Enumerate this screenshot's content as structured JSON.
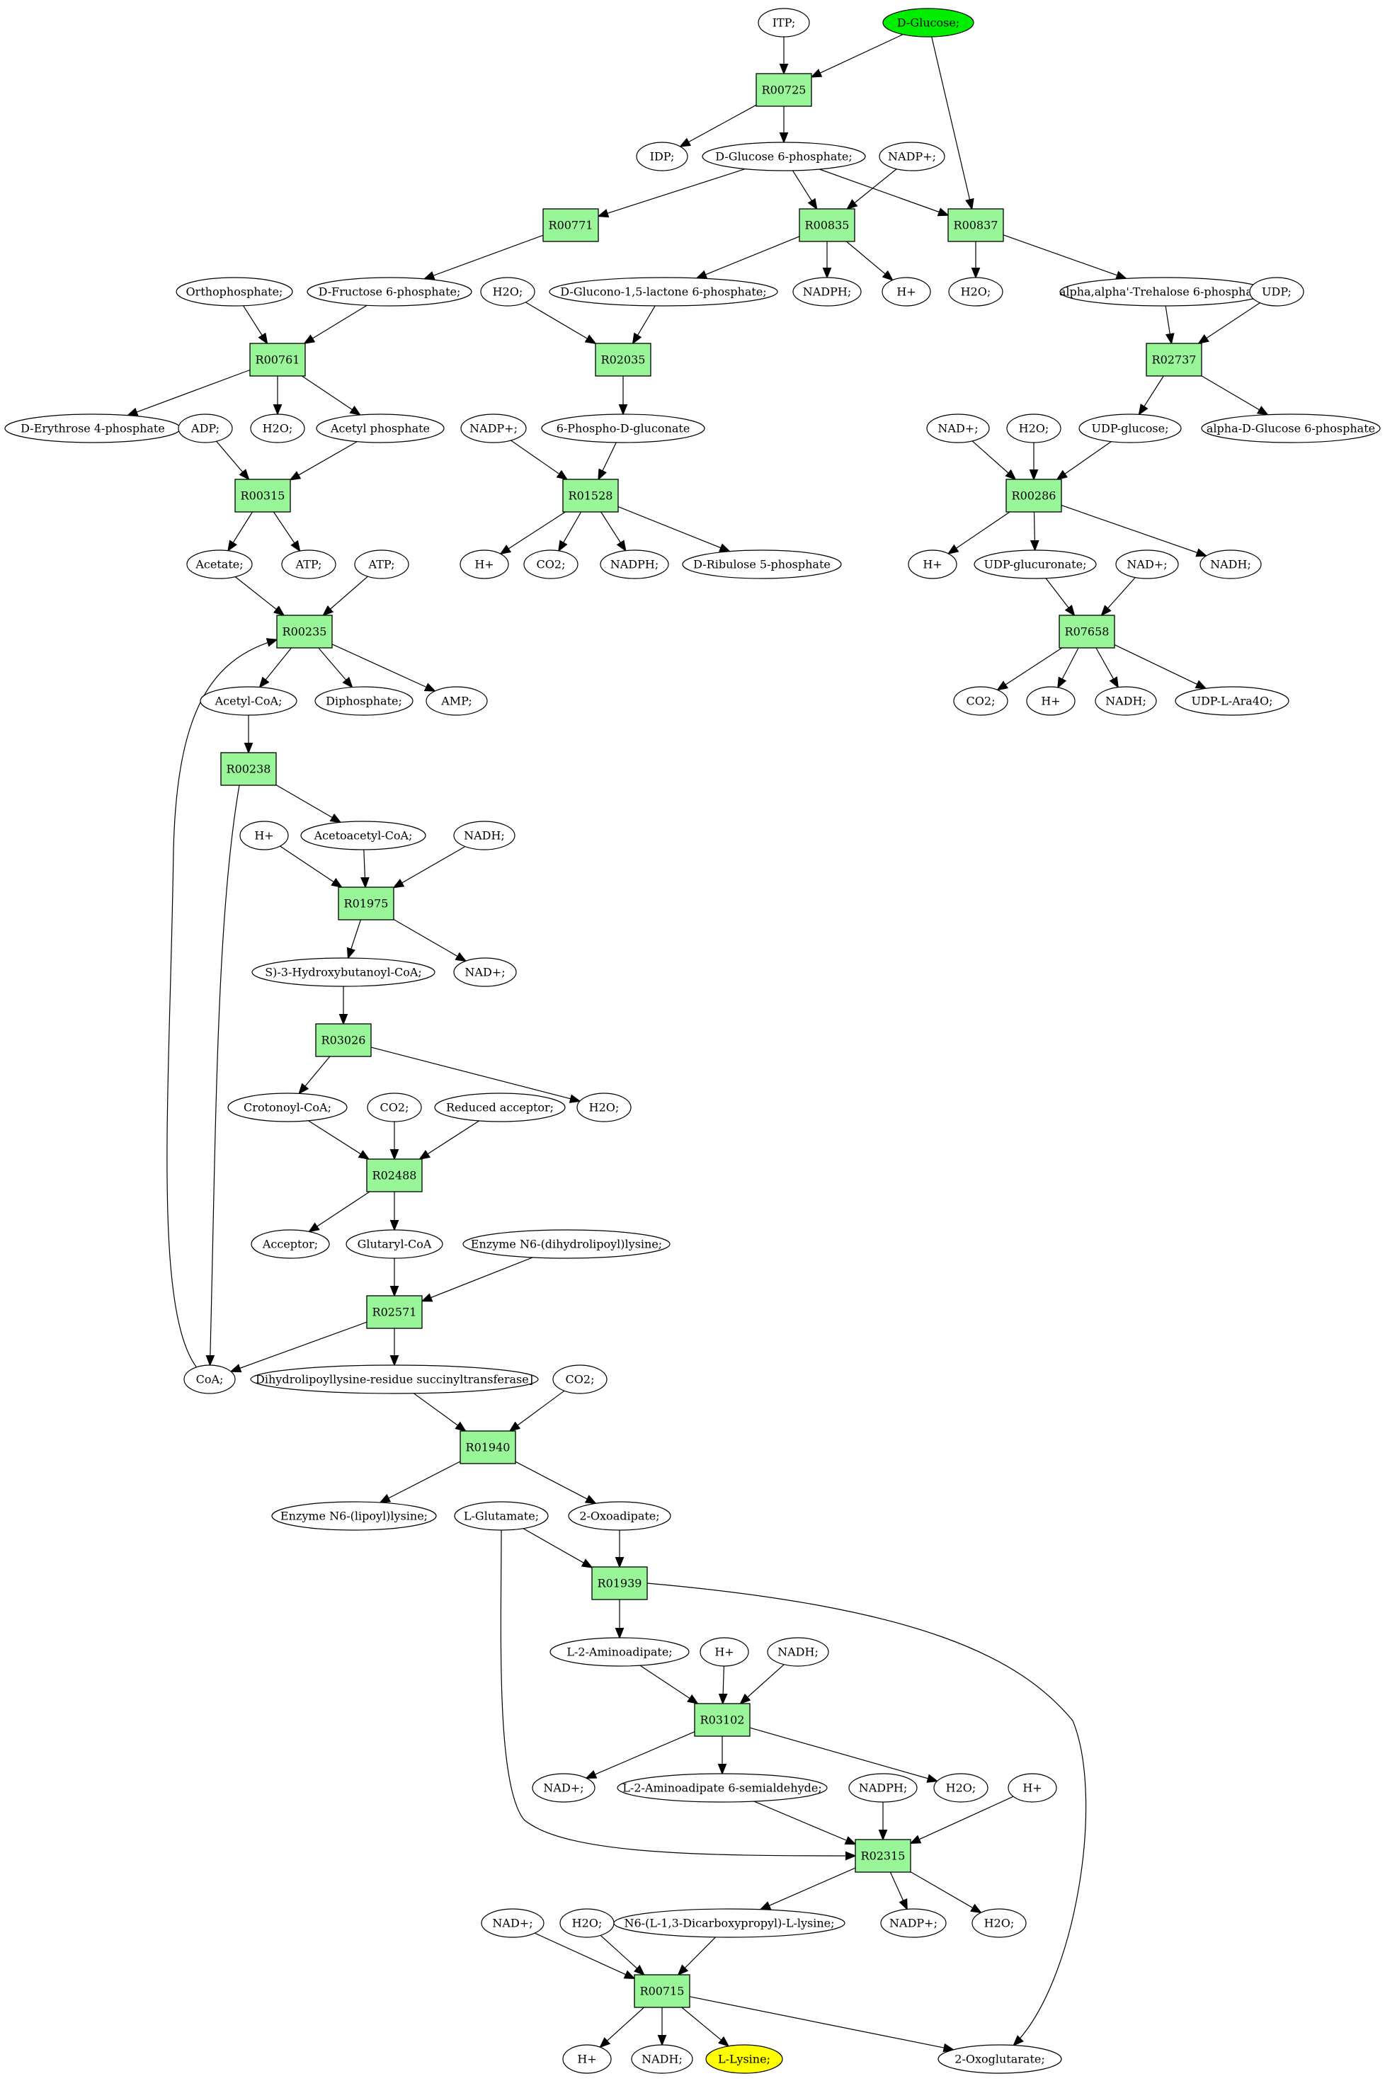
{
  "colors": {
    "reaction_fill": "#98f598",
    "start_fill": "#00ee00",
    "target_fill": "#ffff00",
    "stroke": "#000000",
    "background": "#ffffff"
  },
  "nodes": [
    {
      "id": "itp",
      "label": "ITP;",
      "kind": "compound"
    },
    {
      "id": "dglucose",
      "label": "D-Glucose;",
      "kind": "start"
    },
    {
      "id": "R00725",
      "label": "R00725",
      "kind": "reaction"
    },
    {
      "id": "idp",
      "label": "IDP;",
      "kind": "compound"
    },
    {
      "id": "g6p",
      "label": "D-Glucose 6-phosphate;",
      "kind": "compound"
    },
    {
      "id": "nadp1",
      "label": "NADP+;",
      "kind": "compound"
    },
    {
      "id": "R00771",
      "label": "R00771",
      "kind": "reaction"
    },
    {
      "id": "R00835",
      "label": "R00835",
      "kind": "reaction"
    },
    {
      "id": "R00837",
      "label": "R00837",
      "kind": "reaction"
    },
    {
      "id": "ortho",
      "label": "Orthophosphate;",
      "kind": "compound"
    },
    {
      "id": "f6p",
      "label": "D-Fructose 6-phosphate;",
      "kind": "compound"
    },
    {
      "id": "h2o_a",
      "label": "H2O;",
      "kind": "compound"
    },
    {
      "id": "glucono",
      "label": "D-Glucono-1,5-lactone 6-phosphate;",
      "kind": "compound"
    },
    {
      "id": "nadph_a",
      "label": "NADPH;",
      "kind": "compound"
    },
    {
      "id": "hplus_a",
      "label": "H+",
      "kind": "compound"
    },
    {
      "id": "h2o_b",
      "label": "H2O;",
      "kind": "compound"
    },
    {
      "id": "trehalose6p",
      "label": "alpha,alpha'-Trehalose 6-phosphate;",
      "kind": "compound"
    },
    {
      "id": "udp",
      "label": "UDP;",
      "kind": "compound"
    },
    {
      "id": "R00761",
      "label": "R00761",
      "kind": "reaction"
    },
    {
      "id": "R02035",
      "label": "R02035",
      "kind": "reaction"
    },
    {
      "id": "R02737",
      "label": "R02737",
      "kind": "reaction"
    },
    {
      "id": "erythrose",
      "label": "D-Erythrose 4-phosphate",
      "kind": "compound"
    },
    {
      "id": "adp",
      "label": "ADP;",
      "kind": "compound"
    },
    {
      "id": "h2o_c",
      "label": "H2O;",
      "kind": "compound"
    },
    {
      "id": "acetylp",
      "label": "Acetyl phosphate",
      "kind": "compound"
    },
    {
      "id": "nadp2",
      "label": "NADP+;",
      "kind": "compound"
    },
    {
      "id": "phosphogluconate",
      "label": "6-Phospho-D-gluconate",
      "kind": "compound"
    },
    {
      "id": "nad_a",
      "label": "NAD+;",
      "kind": "compound"
    },
    {
      "id": "h2o_d",
      "label": "H2O;",
      "kind": "compound"
    },
    {
      "id": "udpglucose",
      "label": "UDP-glucose;",
      "kind": "compound"
    },
    {
      "id": "ag6p",
      "label": "alpha-D-Glucose 6-phosphate",
      "kind": "compound"
    },
    {
      "id": "R00315",
      "label": "R00315",
      "kind": "reaction"
    },
    {
      "id": "R01528",
      "label": "R01528",
      "kind": "reaction"
    },
    {
      "id": "R00286",
      "label": "R00286",
      "kind": "reaction"
    },
    {
      "id": "acetate",
      "label": "Acetate;",
      "kind": "compound"
    },
    {
      "id": "atp_a",
      "label": "ATP;",
      "kind": "compound"
    },
    {
      "id": "atp_b",
      "label": "ATP;",
      "kind": "compound"
    },
    {
      "id": "hplus_b",
      "label": "H+",
      "kind": "compound"
    },
    {
      "id": "co2_a",
      "label": "CO2;",
      "kind": "compound"
    },
    {
      "id": "nadph_b",
      "label": "NADPH;",
      "kind": "compound"
    },
    {
      "id": "ribulose",
      "label": "D-Ribulose 5-phosphate",
      "kind": "compound"
    },
    {
      "id": "hplus_c",
      "label": "H+",
      "kind": "compound"
    },
    {
      "id": "udpgluc",
      "label": "UDP-glucuronate;",
      "kind": "compound"
    },
    {
      "id": "nad_b",
      "label": "NAD+;",
      "kind": "compound"
    },
    {
      "id": "nadh_a",
      "label": "NADH;",
      "kind": "compound"
    },
    {
      "id": "R00235",
      "label": "R00235",
      "kind": "reaction"
    },
    {
      "id": "R07658",
      "label": "R07658",
      "kind": "reaction"
    },
    {
      "id": "acetylcoa",
      "label": "Acetyl-CoA;",
      "kind": "compound"
    },
    {
      "id": "diphosphate",
      "label": "Diphosphate;",
      "kind": "compound"
    },
    {
      "id": "amp",
      "label": "AMP;",
      "kind": "compound"
    },
    {
      "id": "co2_b",
      "label": "CO2;",
      "kind": "compound"
    },
    {
      "id": "hplus_d",
      "label": "H+",
      "kind": "compound"
    },
    {
      "id": "nadh_b",
      "label": "NADH;",
      "kind": "compound"
    },
    {
      "id": "udpara",
      "label": "UDP-L-Ara4O;",
      "kind": "compound"
    },
    {
      "id": "R00238",
      "label": "R00238",
      "kind": "reaction"
    },
    {
      "id": "hplus_e",
      "label": "H+",
      "kind": "compound"
    },
    {
      "id": "acetoacetyl",
      "label": "Acetoacetyl-CoA;",
      "kind": "compound"
    },
    {
      "id": "nadh_c",
      "label": "NADH;",
      "kind": "compound"
    },
    {
      "id": "R01975",
      "label": "R01975",
      "kind": "reaction"
    },
    {
      "id": "hydroxybut",
      "label": "S)-3-Hydroxybutanoyl-CoA;",
      "kind": "compound"
    },
    {
      "id": "nad_c",
      "label": "NAD+;",
      "kind": "compound"
    },
    {
      "id": "R03026",
      "label": "R03026",
      "kind": "reaction"
    },
    {
      "id": "crotonoyl",
      "label": "Crotonoyl-CoA;",
      "kind": "compound"
    },
    {
      "id": "co2_c",
      "label": "CO2;",
      "kind": "compound"
    },
    {
      "id": "redacc",
      "label": "Reduced acceptor;",
      "kind": "compound"
    },
    {
      "id": "h2o_e",
      "label": "H2O;",
      "kind": "compound"
    },
    {
      "id": "R02488",
      "label": "R02488",
      "kind": "reaction"
    },
    {
      "id": "acceptor",
      "label": "Acceptor;",
      "kind": "compound"
    },
    {
      "id": "glutarylcoa",
      "label": "Glutaryl-CoA",
      "kind": "compound"
    },
    {
      "id": "enzdihydro",
      "label": "Enzyme N6-(dihydrolipoyl)lysine;",
      "kind": "compound"
    },
    {
      "id": "R02571",
      "label": "R02571",
      "kind": "reaction"
    },
    {
      "id": "coa",
      "label": "CoA;",
      "kind": "compound"
    },
    {
      "id": "dihydrolipoyl",
      "label": "Dihydrolipoyllysine-residue succinyltransferase]",
      "kind": "compound"
    },
    {
      "id": "co2_d",
      "label": "CO2;",
      "kind": "compound"
    },
    {
      "id": "R01940",
      "label": "R01940",
      "kind": "reaction"
    },
    {
      "id": "enzlipoyl",
      "label": "Enzyme N6-(lipoyl)lysine;",
      "kind": "compound"
    },
    {
      "id": "lglutamate",
      "label": "L-Glutamate;",
      "kind": "compound"
    },
    {
      "id": "oxoadipate",
      "label": "2-Oxoadipate;",
      "kind": "compound"
    },
    {
      "id": "R01939",
      "label": "R01939",
      "kind": "reaction"
    },
    {
      "id": "aminoadipate",
      "label": "L-2-Aminoadipate;",
      "kind": "compound"
    },
    {
      "id": "hplus_f",
      "label": "H+",
      "kind": "compound"
    },
    {
      "id": "nadph_c",
      "label": "NADH;",
      "kind": "compound"
    },
    {
      "id": "R03102",
      "label": "R03102",
      "kind": "reaction"
    },
    {
      "id": "nad_d",
      "label": "NAD+;",
      "kind": "compound"
    },
    {
      "id": "semialdehyde",
      "label": "L-2-Aminoadipate 6-semialdehyde;",
      "kind": "compound"
    },
    {
      "id": "nadph_d",
      "label": "NADPH;",
      "kind": "compound"
    },
    {
      "id": "h2o_f",
      "label": "H2O;",
      "kind": "compound"
    },
    {
      "id": "hplus_g",
      "label": "H+",
      "kind": "compound"
    },
    {
      "id": "R02315",
      "label": "R02315",
      "kind": "reaction"
    },
    {
      "id": "nad_e",
      "label": "NAD+;",
      "kind": "compound"
    },
    {
      "id": "h2o_g",
      "label": "H2O;",
      "kind": "compound"
    },
    {
      "id": "saccharopine",
      "label": "N6-(L-1,3-Dicarboxypropyl)-L-lysine;",
      "kind": "compound"
    },
    {
      "id": "nadp3",
      "label": "NADP+;",
      "kind": "compound"
    },
    {
      "id": "h2o_h",
      "label": "H2O;",
      "kind": "compound"
    },
    {
      "id": "R00715",
      "label": "R00715",
      "kind": "reaction"
    },
    {
      "id": "hplus_h",
      "label": "H+",
      "kind": "compound"
    },
    {
      "id": "nadh_d",
      "label": "NADH;",
      "kind": "compound"
    },
    {
      "id": "llysine",
      "label": "L-Lysine;",
      "kind": "target"
    },
    {
      "id": "oxoglutarate",
      "label": "2-Oxoglutarate;",
      "kind": "compound"
    }
  ],
  "edges": [
    [
      "itp",
      "R00725"
    ],
    [
      "dglucose",
      "R00725"
    ],
    [
      "dglucose",
      "R00837"
    ],
    [
      "R00725",
      "idp"
    ],
    [
      "R00725",
      "g6p"
    ],
    [
      "g6p",
      "R00771"
    ],
    [
      "g6p",
      "R00835"
    ],
    [
      "g6p",
      "R00837"
    ],
    [
      "nadp1",
      "R00835"
    ],
    [
      "R00771",
      "f6p"
    ],
    [
      "R00835",
      "glucono"
    ],
    [
      "R00835",
      "nadph_a"
    ],
    [
      "R00835",
      "hplus_a"
    ],
    [
      "R00837",
      "h2o_b"
    ],
    [
      "R00837",
      "trehalose6p"
    ],
    [
      "ortho",
      "R00761"
    ],
    [
      "f6p",
      "R00761"
    ],
    [
      "h2o_a",
      "R02035"
    ],
    [
      "glucono",
      "R02035"
    ],
    [
      "trehalose6p",
      "R02737"
    ],
    [
      "udp",
      "R02737"
    ],
    [
      "R00761",
      "erythrose"
    ],
    [
      "R00761",
      "h2o_c"
    ],
    [
      "R00761",
      "acetylp"
    ],
    [
      "R02035",
      "phosphogluconate"
    ],
    [
      "R02737",
      "udpglucose"
    ],
    [
      "R02737",
      "ag6p"
    ],
    [
      "adp",
      "R00315"
    ],
    [
      "acetylp",
      "R00315"
    ],
    [
      "nadp2",
      "R01528"
    ],
    [
      "phosphogluconate",
      "R01528"
    ],
    [
      "nad_a",
      "R00286"
    ],
    [
      "h2o_d",
      "R00286"
    ],
    [
      "udpglucose",
      "R00286"
    ],
    [
      "R00315",
      "acetate"
    ],
    [
      "R00315",
      "atp_a"
    ],
    [
      "R01528",
      "hplus_b"
    ],
    [
      "R01528",
      "co2_a"
    ],
    [
      "R01528",
      "nadph_b"
    ],
    [
      "R01528",
      "ribulose"
    ],
    [
      "R00286",
      "hplus_c"
    ],
    [
      "R00286",
      "udpgluc"
    ],
    [
      "R00286",
      "nadh_a"
    ],
    [
      "acetate",
      "R00235"
    ],
    [
      "atp_b",
      "R00235"
    ],
    [
      "udpgluc",
      "R07658"
    ],
    [
      "nad_b",
      "R07658"
    ],
    [
      "R00235",
      "acetylcoa"
    ],
    [
      "R00235",
      "diphosphate"
    ],
    [
      "R00235",
      "amp"
    ],
    [
      "R07658",
      "co2_b"
    ],
    [
      "R07658",
      "hplus_d"
    ],
    [
      "R07658",
      "nadh_b"
    ],
    [
      "R07658",
      "udpara"
    ],
    [
      "acetylcoa",
      "R00238"
    ],
    [
      "R00238",
      "acetoacetyl"
    ],
    [
      "R00238",
      "coa"
    ],
    [
      "hplus_e",
      "R01975"
    ],
    [
      "acetoacetyl",
      "R01975"
    ],
    [
      "nadh_c",
      "R01975"
    ],
    [
      "R01975",
      "hydroxybut"
    ],
    [
      "R01975",
      "nad_c"
    ],
    [
      "hydroxybut",
      "R03026"
    ],
    [
      "R03026",
      "crotonoyl"
    ],
    [
      "R03026",
      "h2o_e"
    ],
    [
      "crotonoyl",
      "R02488"
    ],
    [
      "co2_c",
      "R02488"
    ],
    [
      "redacc",
      "R02488"
    ],
    [
      "R02488",
      "acceptor"
    ],
    [
      "R02488",
      "glutarylcoa"
    ],
    [
      "glutarylcoa",
      "R02571"
    ],
    [
      "enzdihydro",
      "R02571"
    ],
    [
      "R02571",
      "coa"
    ],
    [
      "R02571",
      "dihydrolipoyl"
    ],
    [
      "coa",
      "R00235"
    ],
    [
      "dihydrolipoyl",
      "R01940"
    ],
    [
      "co2_d",
      "R01940"
    ],
    [
      "R01940",
      "enzlipoyl"
    ],
    [
      "R01940",
      "oxoadipate"
    ],
    [
      "lglutamate",
      "R01939"
    ],
    [
      "oxoadipate",
      "R01939"
    ],
    [
      "lglutamate",
      "R02315"
    ],
    [
      "R01939",
      "aminoadipate"
    ],
    [
      "R01939",
      "oxoglutarate"
    ],
    [
      "aminoadipate",
      "R03102"
    ],
    [
      "hplus_f",
      "R03102"
    ],
    [
      "nadph_c",
      "R03102"
    ],
    [
      "R03102",
      "nad_d"
    ],
    [
      "R03102",
      "semialdehyde"
    ],
    [
      "R03102",
      "h2o_f"
    ],
    [
      "semialdehyde",
      "R02315"
    ],
    [
      "nadph_d",
      "R02315"
    ],
    [
      "hplus_g",
      "R02315"
    ],
    [
      "R02315",
      "saccharopine"
    ],
    [
      "R02315",
      "nadp3"
    ],
    [
      "R02315",
      "h2o_h"
    ],
    [
      "nad_e",
      "R00715"
    ],
    [
      "h2o_g",
      "R00715"
    ],
    [
      "saccharopine",
      "R00715"
    ],
    [
      "R00715",
      "hplus_h"
    ],
    [
      "R00715",
      "nadh_d"
    ],
    [
      "R00715",
      "llysine"
    ],
    [
      "R00715",
      "oxoglutarate"
    ]
  ]
}
